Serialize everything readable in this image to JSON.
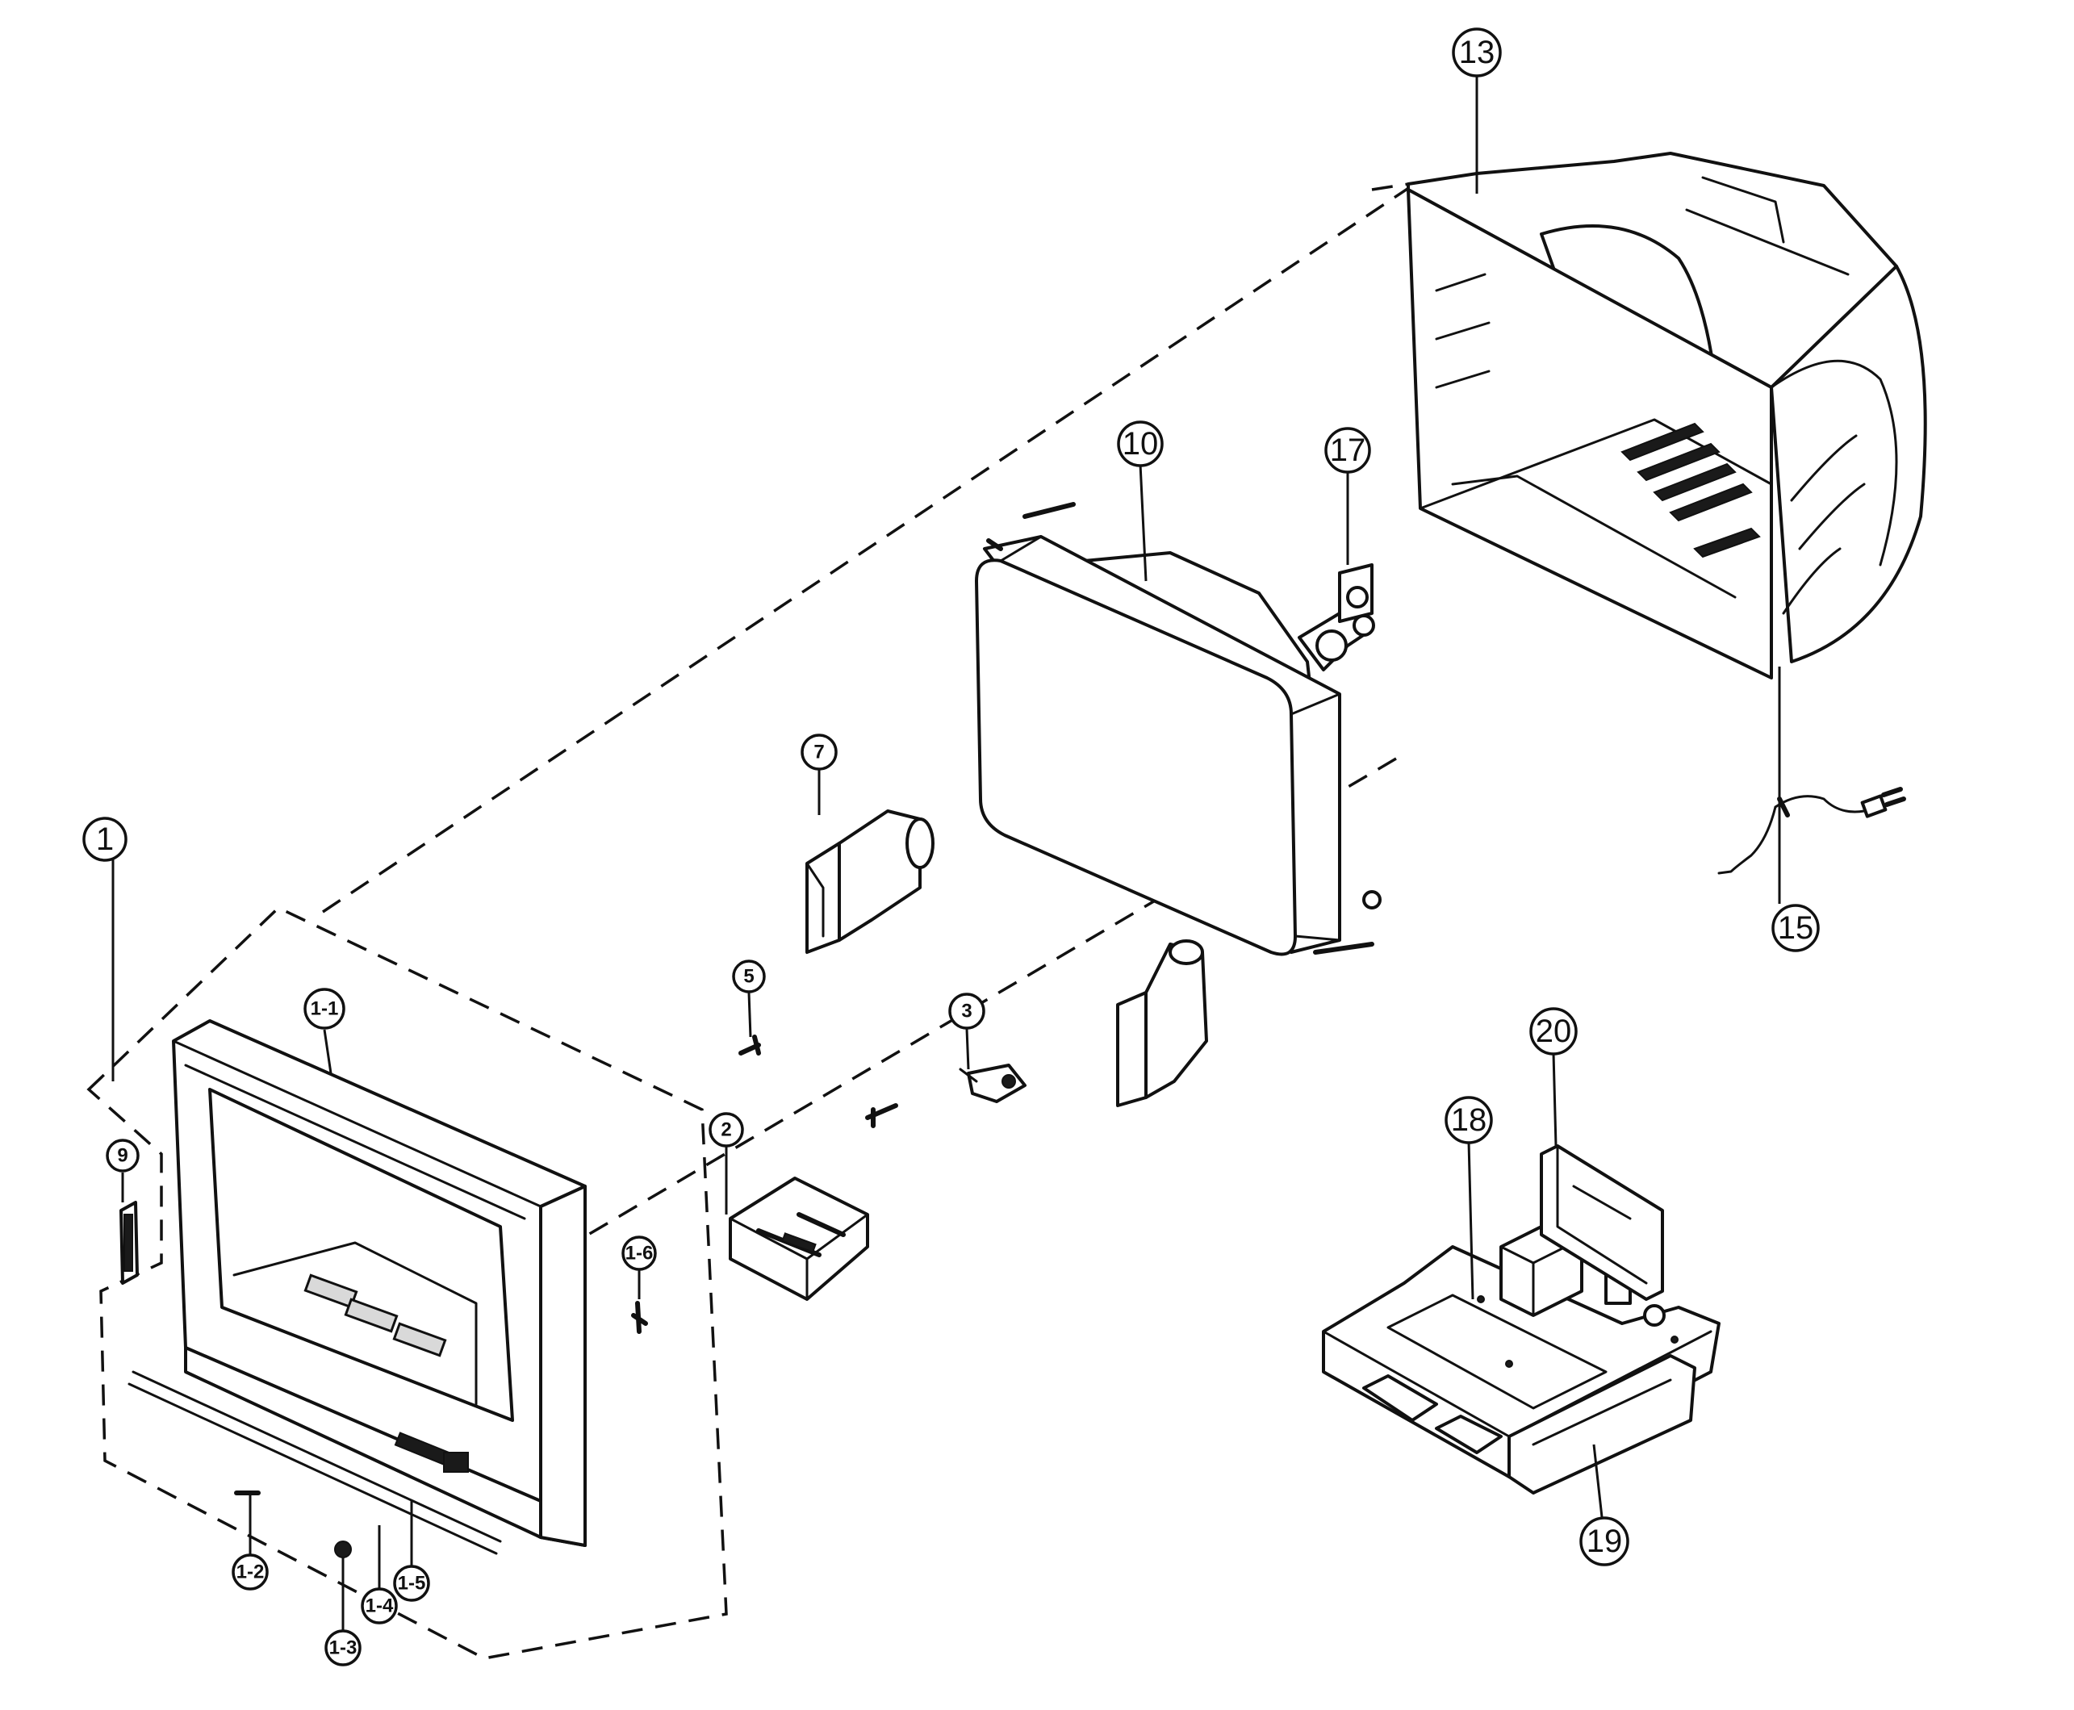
{
  "callouts": {
    "c1": "1",
    "c1_1": "1-1",
    "c1_2": "1-2",
    "c1_3": "1-3",
    "c1_4": "1-4",
    "c1_5": "1-5",
    "c1_6": "1-6",
    "c2": "2",
    "c3": "3",
    "c5": "5",
    "c7": "7",
    "c9": "9",
    "c10": "10",
    "c13": "13",
    "c15": "15",
    "c17": "17",
    "c18": "18",
    "c19": "19",
    "c20": "20"
  },
  "line_color": "#111111",
  "background": "#ffffff"
}
